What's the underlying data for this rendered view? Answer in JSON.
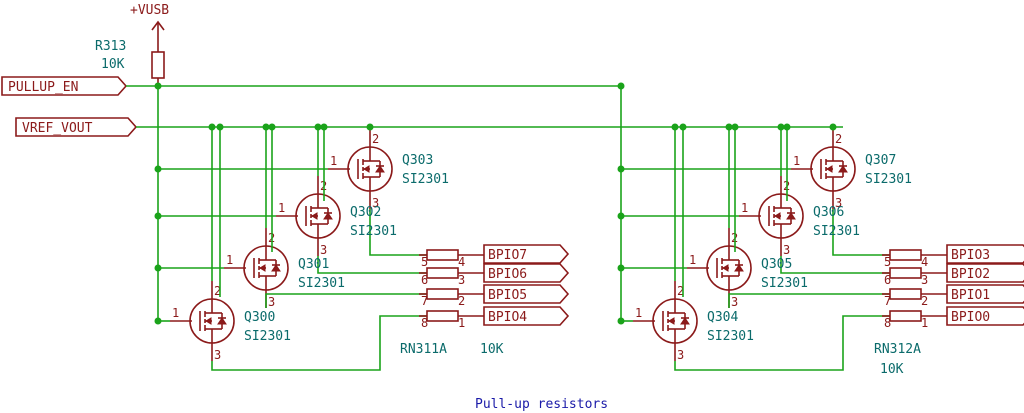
{
  "power": {
    "vusb": "+VUSB"
  },
  "resistor": {
    "ref": "R313",
    "value": "10K"
  },
  "net_labels": {
    "pullup_en": "PULLUP_EN",
    "vref_vout": "VREF_VOUT"
  },
  "left_group": {
    "transistors": [
      {
        "ref": "Q303",
        "part": "SI2301"
      },
      {
        "ref": "Q302",
        "part": "SI2301"
      },
      {
        "ref": "Q301",
        "part": "SI2301"
      },
      {
        "ref": "Q300",
        "part": "SI2301"
      }
    ],
    "array_ref": "RN311A",
    "array_value": "10K",
    "outputs": [
      "BPIO7",
      "BPIO6",
      "BPIO5",
      "BPIO4"
    ]
  },
  "right_group": {
    "transistors": [
      {
        "ref": "Q307",
        "part": "SI2301"
      },
      {
        "ref": "Q306",
        "part": "SI2301"
      },
      {
        "ref": "Q305",
        "part": "SI2301"
      },
      {
        "ref": "Q304",
        "part": "SI2301"
      }
    ],
    "array_ref": "RN312A",
    "array_value": "10K",
    "outputs": [
      "BPIO3",
      "BPIO2",
      "BPIO1",
      "BPIO0"
    ]
  },
  "caption": "Pull-up resistors",
  "pins": {
    "gate": "1",
    "source": "2",
    "drain": "3",
    "rn_left": [
      "5",
      "6",
      "7",
      "8"
    ],
    "rn_right": [
      "4",
      "3",
      "2",
      "1"
    ]
  },
  "colors": {
    "wire": "#1aa31a",
    "part": "#8b1a1a",
    "ref_text": "#0b6b6b",
    "caption": "#1a1aa8"
  }
}
